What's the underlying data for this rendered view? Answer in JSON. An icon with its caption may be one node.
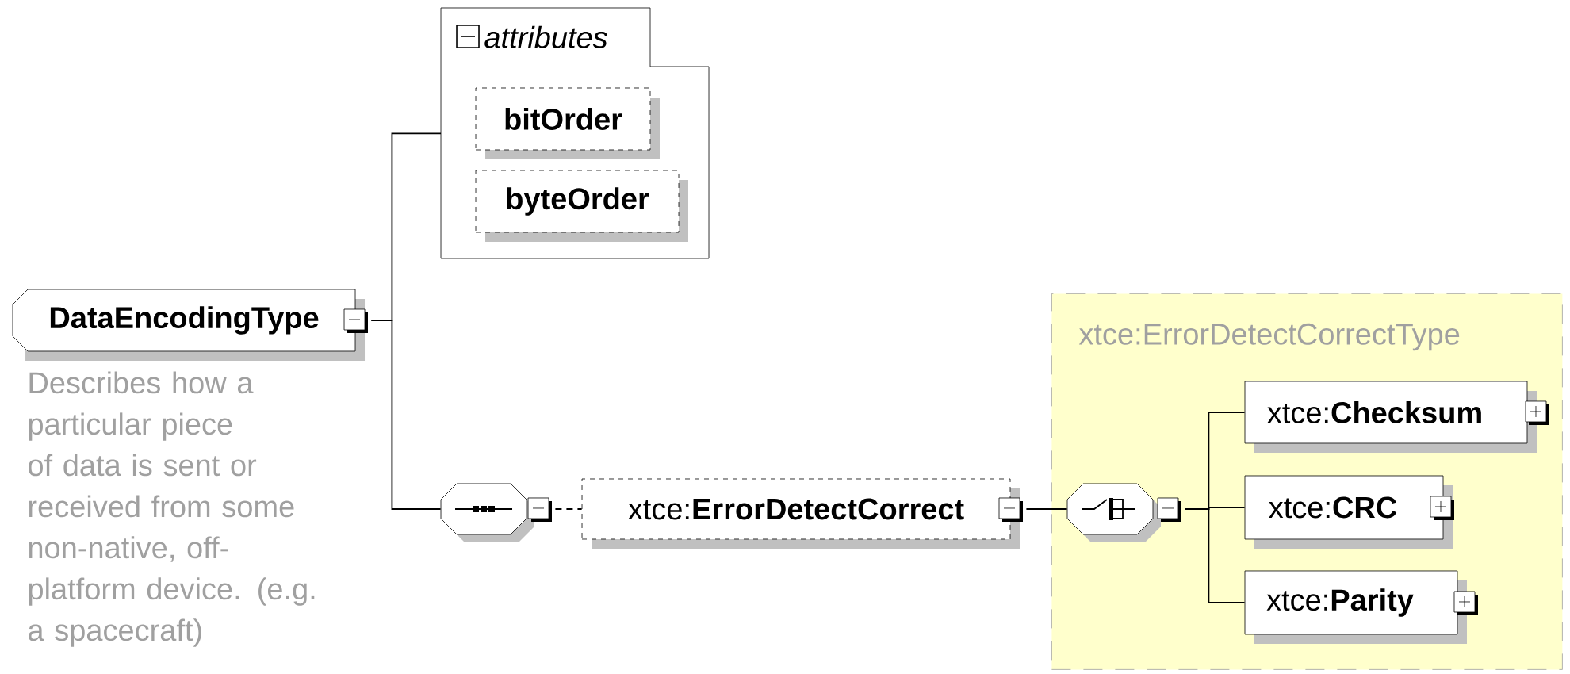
{
  "diagram": {
    "nodes": [
      {
        "text": [
          "DataEncodingType"
        ],
        "beside": [
          "Describes how a particular piece of data is sent or received from some non-native, off-platform device. (e.g. a spacecraft)"
        ]
      },
      {
        "text": [
          "attributes"
        ]
      },
      {
        "text": [
          "bitOrder"
        ],
        "in": 1
      },
      {
        "text": [
          "byteOrder"
        ],
        "in": 1
      },
      {
        "text": [],
        "shape": "octagon"
      },
      {
        "text": [
          "xtce:**ErrorDetectCorrect**"
        ]
      },
      {
        "text": [
          "xtce:ErrorDetectCorrectType"
        ]
      },
      {
        "text": [],
        "shape": "octagon",
        "in": 6
      },
      {
        "text": [
          "xtce:**Checksum**"
        ],
        "in": 6
      },
      {
        "text": [
          "xtce:**CRC**"
        ],
        "in": 6
      },
      {
        "text": [
          "xtce:**Parity**"
        ],
        "in": 6
      }
    ],
    "edges": [
      {
        "from": 0,
        "to": 1,
        "arrow": "none"
      },
      {
        "from": 0,
        "to": 4,
        "arrow": "none"
      },
      {
        "from": 4,
        "to": 5,
        "arrow": "none",
        "style": "dashed"
      },
      {
        "from": 5,
        "to": 7,
        "arrow": "none"
      },
      {
        "from": 7,
        "to": 8,
        "arrow": "none"
      },
      {
        "from": 7,
        "to": 9,
        "arrow": "none"
      },
      {
        "from": 7,
        "to": 10,
        "arrow": "none"
      }
    ]
  }
}
